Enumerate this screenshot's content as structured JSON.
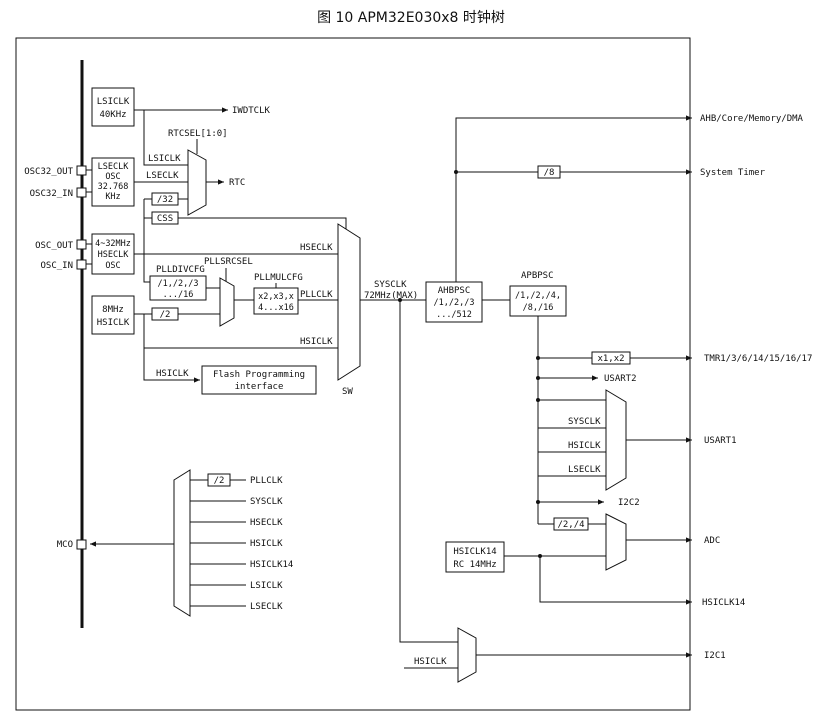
{
  "title": "图 10 APM32E030x8 时钟树",
  "boxes": {
    "lsiclk": [
      "LSICLK",
      "40KHz"
    ],
    "lseclk": [
      "LSECLK",
      "OSC",
      "32.768",
      "KHz"
    ],
    "hse": [
      "4~32MHz",
      "HSECLK",
      "OSC"
    ],
    "hsi": [
      "8MHz",
      "HSICLK"
    ],
    "div32": "/32",
    "css": "CSS",
    "plldiv": [
      "/1,/2,/3",
      ".../16"
    ],
    "div2_hsi": "/2",
    "pllmul": [
      "x2,x3,x",
      "4...x16"
    ],
    "flash": [
      "Flash Programming",
      "interface"
    ],
    "ahbpsc": [
      "/1,/2,/3",
      ".../512"
    ],
    "apbpsc": [
      "/1,/2,/4,",
      "/8,/16"
    ],
    "div8": "/8",
    "x1x2": "x1,x2",
    "div24": "/2,/4",
    "hsi14": [
      "HSICLK14",
      "RC 14MHz"
    ],
    "mco_div2": "/2"
  },
  "labels": {
    "iwdtclk": "IWDTCLK",
    "rtcsel": "RTCSEL[1:0]",
    "lsiclk_in": "LSICLK",
    "lseclk_in": "LSECLK",
    "rtc": "RTC",
    "osc32_out": "OSC32_OUT",
    "osc32_in": "OSC32_IN",
    "osc_out": "OSC_OUT",
    "osc_in": "OSC_IN",
    "hseclk": "HSECLK",
    "plldivcfg": "PLLDIVCFG",
    "pllsrcsel": "PLLSRCSEL",
    "pllmulcfg": "PLLMULCFG",
    "pllclk": "PLLCLK",
    "hsiclk_sw": "HSICLK",
    "hsiclk_flash": "HSICLK",
    "sw": "SW",
    "sysclk": "SYSCLK",
    "sysclk_max": "72MHz(MAX)",
    "ahbpsc": "AHBPSC",
    "apbpsc": "APBPSC",
    "ahb_out": "AHB/Core/Memory/DMA",
    "systimer": "System Timer",
    "tmr": "TMR1/3/6/14/15/16/17",
    "usart2": "USART2",
    "usart1": "USART1",
    "u_sysclk": "SYSCLK",
    "u_hsiclk": "HSICLK",
    "u_lseclk": "LSECLK",
    "i2c2": "I2C2",
    "adc": "ADC",
    "hsiclk14": "HSICLK14",
    "i2c1": "I2C1",
    "i2c1_hsiclk": "HSICLK",
    "mco": "MCO",
    "mco_pllclk": "PLLCLK",
    "mco_sysclk": "SYSCLK",
    "mco_hseclk": "HSECLK",
    "mco_hsiclk": "HSICLK",
    "mco_hsiclk14": "HSICLK14",
    "mco_lsiclk": "LSICLK",
    "mco_lseclk": "LSECLK"
  }
}
